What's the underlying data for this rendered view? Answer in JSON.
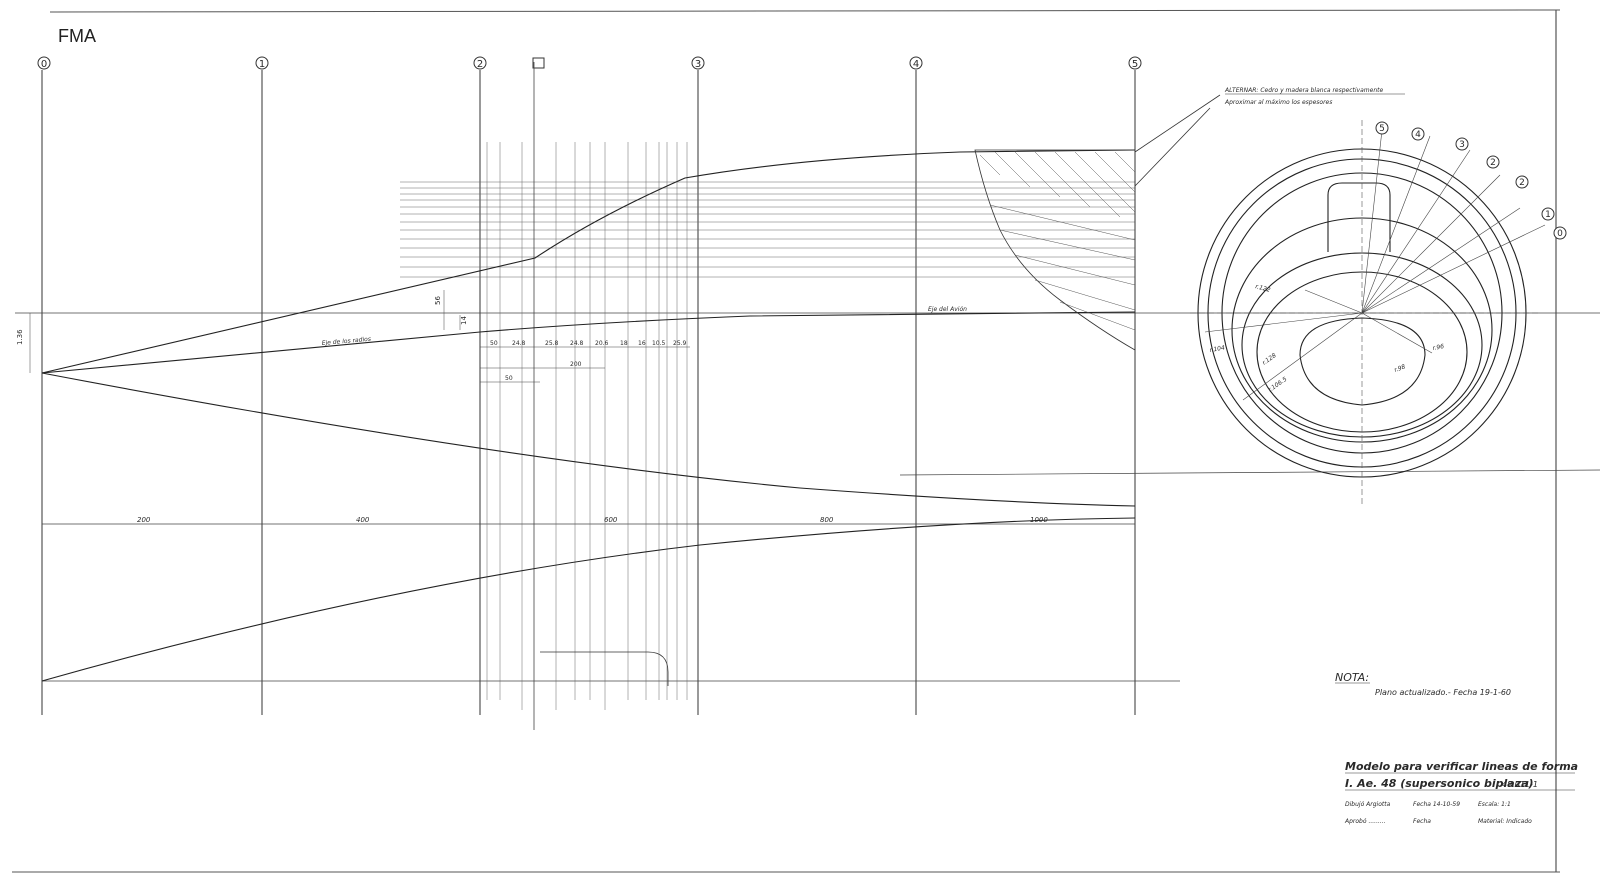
{
  "logo": "FMA",
  "stations": [
    {
      "id": "st-0",
      "label": "0"
    },
    {
      "id": "st-1",
      "label": "1"
    },
    {
      "id": "st-2",
      "label": "2"
    },
    {
      "id": "st-3",
      "label": "3"
    },
    {
      "id": "st-4",
      "label": "4"
    },
    {
      "id": "st-5",
      "label": "5"
    }
  ],
  "spacings": [
    "200",
    "400",
    "600",
    "800",
    "1000"
  ],
  "small_dims": [
    "50",
    "24.8",
    "25.8",
    "24.8",
    "20.6",
    "18",
    "16",
    "10.5",
    "25.9"
  ],
  "sub_dims": [
    "50",
    "200"
  ],
  "vertical_dims": [
    "1.36",
    "56",
    "14"
  ],
  "axis_labels": {
    "radii_axis": "Eje de los radios",
    "aircraft_axis": "Eje del Avión"
  },
  "material_note": {
    "line1": "ALTERNAR: Cedro y madera blanca respectivamente",
    "line2": "Aproximar al máximo los espesores"
  },
  "section_labels": [
    "5",
    "4",
    "3",
    "2",
    "2",
    "1",
    "0"
  ],
  "radius_labels": [
    "r.122",
    "r.104",
    "r.128",
    "r.106.5",
    "r.98",
    "r.96"
  ],
  "nota": {
    "title": "NOTA:",
    "text": "Plano actualizado.- Fecha 19-1-60"
  },
  "title_block": {
    "title": "Modelo para verificar lineas de forma",
    "subtitle": "I. Ae. 48 (supersonico biplaza)",
    "number": "48.011-1",
    "drawn": "Dibujó Argiotta",
    "date": "Fecha 14-10-59",
    "scale": "Escala: 1:1",
    "approved": "Aprobó .........",
    "date2": "Fecha",
    "material": "Material: Indicado"
  },
  "colors": {
    "ink": "#2a2a2a",
    "paper": "#ffffff"
  }
}
